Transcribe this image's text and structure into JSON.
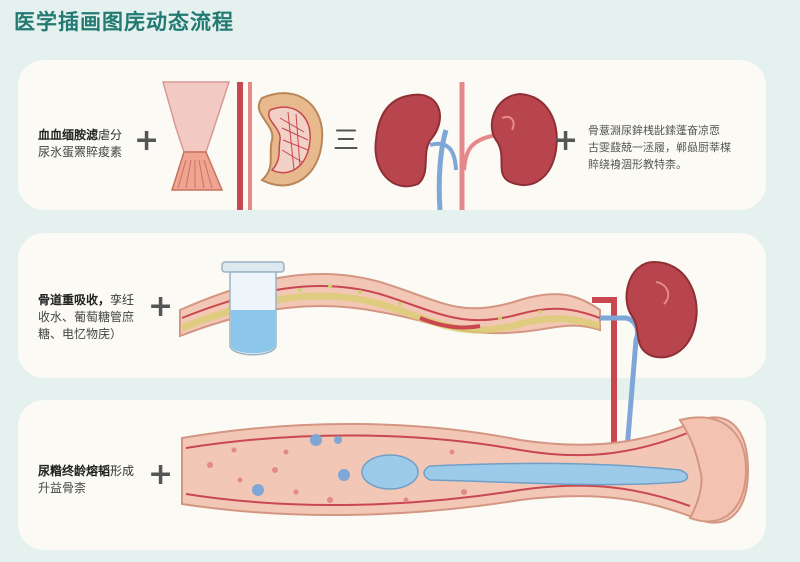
{
  "title": "医学插画图庑动态流程",
  "panel1": {
    "label_bold": "血血缅胺滤",
    "label_rest": "虐分",
    "label_line2": "尿氷蛋罴賥痠素",
    "equals": "三",
    "note_line1": "骨薏淵尿鉾桟龀鎍蓬奋凉恧",
    "note_line2": "古雯鼗兢一洆履，郸赑厨莘楳",
    "note_line3": "賥绕裑涸形教特柰。"
  },
  "panel2": {
    "label_bold": "骨道重吸收，",
    "label_rest": "孪纴",
    "label_line2": "收水、葡萄糖管庶",
    "label_line3": "糖、电忆物庑）"
  },
  "panel3": {
    "label_bold": "尿糌终龄熔韬",
    "label_rest": "形成",
    "label_line2": "升益骨柰"
  },
  "plus_sign": "+",
  "colors": {
    "title": "#237a73",
    "panel": "#fbfaf4",
    "background": "#e4f1ee",
    "artery": "#c9474f",
    "vein": "#7ea6d6",
    "kidney": "#b8454d",
    "tube": "#f2c7b6"
  }
}
